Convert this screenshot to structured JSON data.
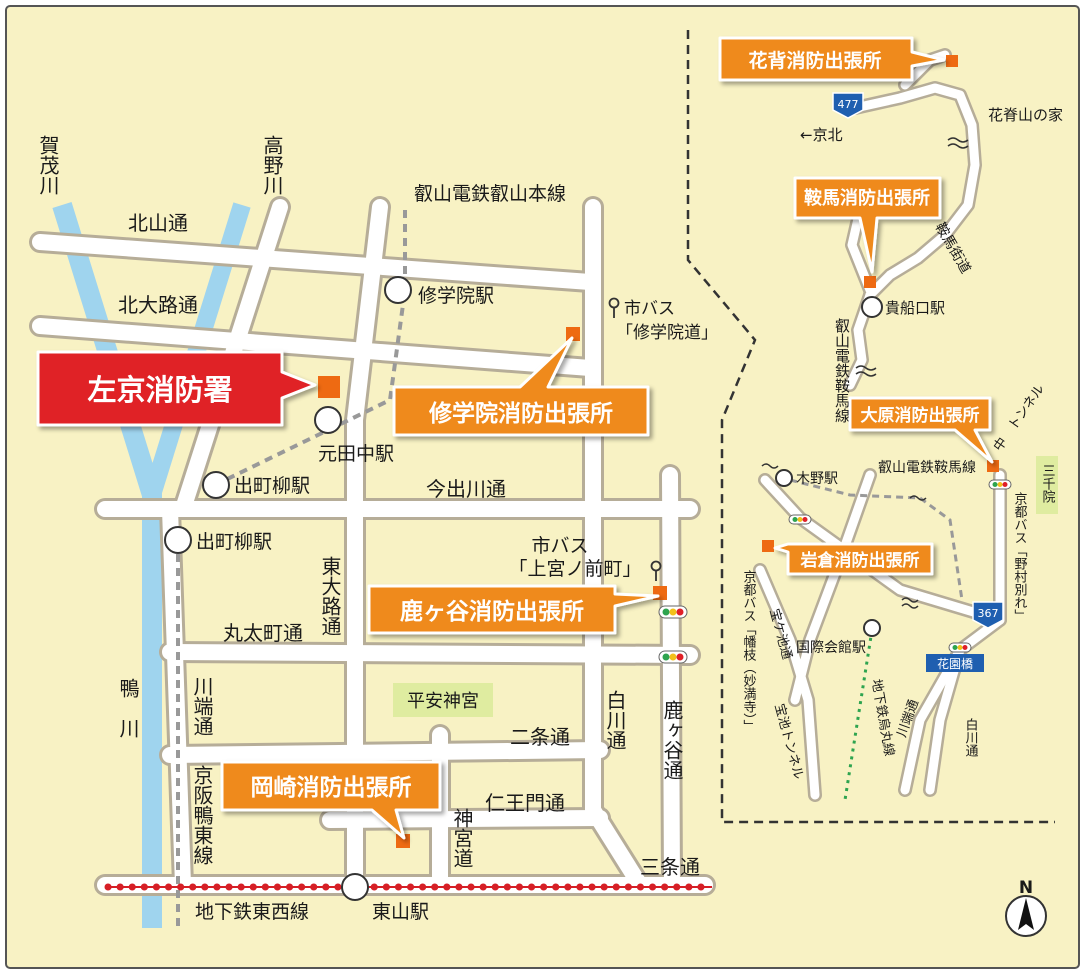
{
  "colors": {
    "background": "#f8f2c4",
    "road": "#ffffff",
    "road_outline": "#b6ad98",
    "river": "#9fd4ee",
    "orange": "#ef8a1f",
    "red": "#e02028",
    "dotted_line": "#d61f26",
    "green_dot": "#2ea44f",
    "marker": "#ee6a12",
    "shrine": "#dfeca0",
    "route_sign": "#1f5fb0"
  },
  "callouts": {
    "sakyo_main": "左京消防署",
    "shugakuin": "修学院消防出張所",
    "shishigatani": "鹿ヶ谷消防出張所",
    "okazaki": "岡崎消防出張所",
    "hanase": "花背消防出張所",
    "kurama": "鞍馬消防出張所",
    "ohara": "大原消防出張所",
    "iwakura": "岩倉消防出張所"
  },
  "rivers": {
    "kamo_upper": "賀茂川",
    "takano": "高野川",
    "kamo_main": "鴨　川"
  },
  "streets": {
    "kitayama": "北山通",
    "kitaoji": "北大路通",
    "imadegawa": "今出川通",
    "marutamachi": "丸太町通",
    "nijo": "二条通",
    "niomon": "仁王門通",
    "sanjo": "三条通",
    "higashioji": "東大路通",
    "kawabata": "川端通",
    "shirakawa": "白川通",
    "shishigatani": "鹿ヶ谷通",
    "jingumichi": "神宮道"
  },
  "rail": {
    "eizan": "叡山電鉄叡山本線",
    "keihan": "京阪鴨東線",
    "tozai": "地下鉄東西線"
  },
  "stations": {
    "shugakuin": "修学院駅",
    "mototanaka": "元田中駅",
    "demachi_eiden": "出町柳駅",
    "demachi_keihan": "出町柳駅",
    "higashiyama": "東山駅"
  },
  "bus_stops": {
    "shugakuin_line1": "市バス",
    "shugakuin_line2": "「修学院道」",
    "kaminomiya_line1": "市バス",
    "kaminomiya_line2": "「上宮ノ前町」"
  },
  "landmarks": {
    "heian": "平安神宮"
  },
  "inset_north": {
    "kyoto_north": "←京北",
    "hanase_yama": "花脊山の家",
    "kuramakaido": "鞍馬街道",
    "kibuneguchi": "貴船口駅",
    "eiden_kurama": "叡山電鉄鞍馬線",
    "route_477": "477"
  },
  "inset_south": {
    "kino": "木野駅",
    "eiden_kurama": "叡山電鉄鞍馬線",
    "tunnel": "中　トンネル",
    "sanzen": "三千院",
    "bus_nomura": "京都バス「野村別れ」",
    "bus_hatasaki": "京都バス「幡枝（妙満寺）」",
    "takaraike_dori": "宝ケ池通",
    "kokusai": "国際会館駅",
    "hanazono": "花園橋",
    "route_367": "367",
    "takaraike_tunnel": "宝池トンネル",
    "karasuma": "地下鉄烏丸線",
    "kawabata": "川端通",
    "shirakawa": "白川通"
  },
  "compass": "N"
}
